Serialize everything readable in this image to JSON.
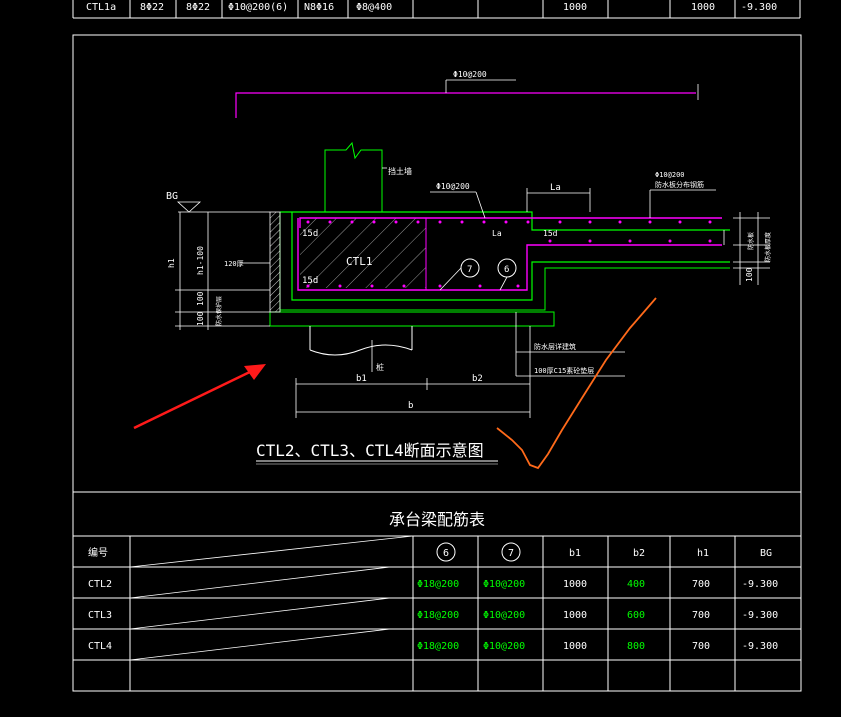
{
  "colors": {
    "background": "#000000",
    "line": "#ffffff",
    "magenta": "#ff00ff",
    "green": "#00ff00",
    "annotation_red": "#ff1a1a",
    "annotation_orange": "#ff6a1a"
  },
  "top_row": {
    "cells": [
      "CTL1a",
      "8Φ22",
      "8Φ22",
      "Φ10@200(6)",
      "N8Φ16",
      "Φ8@400",
      "",
      "1000",
      "",
      "1000",
      "-9.300"
    ]
  },
  "section": {
    "title": "CTL2、CTL3、CTL4断面示意图",
    "bg_label": "BG",
    "top_rebar": "Φ10@200",
    "middle_rebar": "Φ10@200",
    "right_rebar": "Φ10@200",
    "right_rebar_note": "防水板分布钢筋",
    "beam_label": "CTL1",
    "hook_15d_top": "15d",
    "hook_15d_bottom": "15d",
    "hook_15d_right": "15d",
    "la_top": "La",
    "la_inner": "La",
    "circle_7": "7",
    "circle_6": "6",
    "dim_h1": "h1",
    "dim_h1_minus": "h1-100",
    "dim_100a": "100",
    "dim_100b": "100",
    "dim_100_right": "100",
    "label_120": "120厚",
    "label_waterproof_left": "防水保护层",
    "label_wall": "挡土墙",
    "label_pile": "桩",
    "label_waterproof_right": "防水板",
    "label_waterproof_right2": "防水板厚度",
    "label_bottom_1": "防水层详建筑",
    "label_bottom_2": "100厚C15素砼垫层",
    "dim_b1": "b1",
    "dim_b2": "b2",
    "dim_b": "b"
  },
  "table": {
    "title": "承台梁配筋表",
    "headers": [
      "编号",
      "",
      "6",
      "7",
      "b1",
      "b2",
      "h1",
      "BG"
    ],
    "rows": [
      {
        "id": "CTL2",
        "c6": "Φ18@200",
        "c7": "Φ10@200",
        "b1": "1000",
        "b2": "400",
        "h1": "700",
        "bg": "-9.300"
      },
      {
        "id": "CTL3",
        "c6": "Φ18@200",
        "c7": "Φ10@200",
        "b1": "1000",
        "b2": "600",
        "h1": "700",
        "bg": "-9.300"
      },
      {
        "id": "CTL4",
        "c6": "Φ18@200",
        "c7": "Φ10@200",
        "b1": "1000",
        "b2": "800",
        "h1": "700",
        "bg": "-9.300"
      }
    ]
  }
}
